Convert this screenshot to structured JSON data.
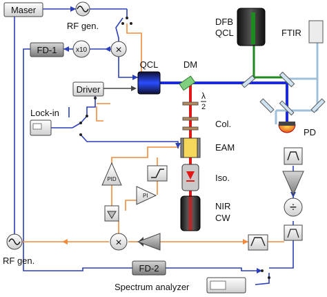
{
  "labels": {
    "maser": "Maser",
    "rf_gen_top": "RF gen.",
    "fd1": "FD-1",
    "x10": "x10",
    "qcl": "QCL",
    "dm": "DM",
    "dfb_qcl_1": "DFB",
    "dfb_qcl_2": "QCL",
    "ftir": "FTIR",
    "driver": "Driver",
    "lambda": "λ",
    "lambda_den": "2",
    "lockin": "Lock-in",
    "col": "Col.",
    "eam": "EAM",
    "iso": "Iso.",
    "nir_1": "NIR",
    "nir_2": "CW",
    "pd": "PD",
    "pid_big": "PID",
    "pi": "PI",
    "rf_gen_bottom": "RF gen.",
    "fd2": "FD-2",
    "spectrum_analyzer": "Spectrum analyzer",
    "divide": "÷",
    "multiply": "×"
  },
  "colors": {
    "blue_line": "#2a3fb8",
    "orange_line": "#f08a3a",
    "laser_blue": "#1b2bd6",
    "laser_red": "#e01818",
    "laser_green": "#1d8a1d",
    "ftir_beam": "#9fc0d8",
    "box_gray": "#8c8c8c",
    "panel_gray": "#e6e6e6"
  }
}
